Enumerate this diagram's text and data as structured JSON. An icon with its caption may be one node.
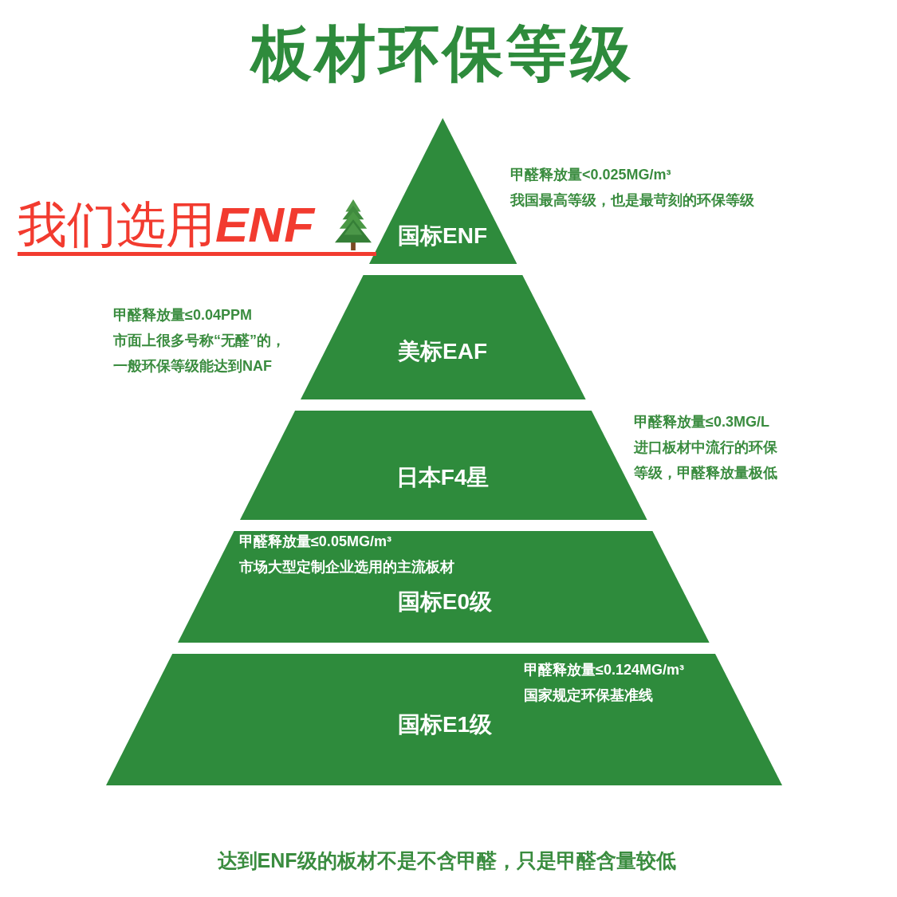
{
  "diagram": {
    "title": "板材环保等级",
    "nodes": [
      {
        "text": [
          "国标ENF"
        ],
        "beside": [
          "甲醛释放量<0.025MG/m³",
          "我国最高等级，也是最苛刻的环保等级"
        ]
      },
      {
        "text": [
          "美标EAF"
        ],
        "beside": [
          "甲醛释放量≤0.04PPM",
          "市面上很多号称“无醛”的，一般环保等级能达到NAF"
        ]
      },
      {
        "text": [
          "日本F4星"
        ],
        "beside": [
          "甲醛释放量≤0.3MG/L",
          "进口板材中流行的环保等级，甲醛释放量极低"
        ]
      },
      {
        "text": [
          "甲醛释放量≤0.05MG/m³",
          "市场大型定制企业选用的主流板材",
          "国标E0级"
        ]
      },
      {
        "text": [
          "甲醛释放量≤0.124MG/m³",
          "国家规定环保基准线",
          "国标E1级"
        ]
      }
    ],
    "labels": [
      "我们选用**ENF**"
    ],
    "caption": "达到ENF级的板材不是不含甲醛，只是甲醛含量较低"
  }
}
